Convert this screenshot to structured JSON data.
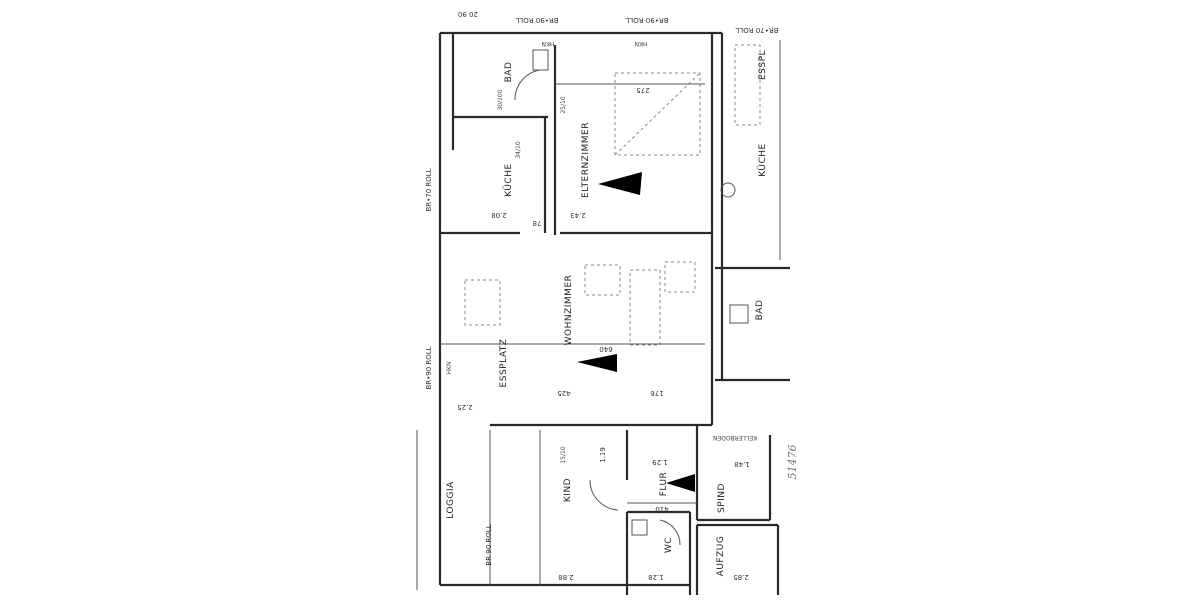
{
  "plan": {
    "rooms": {
      "elternzimmer": "ELTERNZIMMER",
      "kueche": "KÜCHE",
      "bad": "BAD",
      "wohnzimmer": "WOHNZIMMER",
      "essplatz": "ESSPLATZ",
      "kind": "KIND",
      "flur": "FLUR",
      "loggia": "LOGGIA",
      "wc": "WC",
      "aufzug": "AUFZUG",
      "spind": "SPIND",
      "neighbor_kueche": "KÜCHE",
      "neighbor_bad": "BAD",
      "neighbor_esspl": "ESSPL"
    },
    "windows": {
      "top_left": "BR•90 ROLL",
      "top_right": "BR•90 ROLL",
      "neighbor": "BR•70 ROLL",
      "left_upper": "BR•70 ROLL",
      "left_lower": "BR•90 ROLL",
      "loggia": "BR 90 ROLL",
      "top_corner": "20 90"
    },
    "dimensions": {
      "eltern_width": "275",
      "wohn_width": "640",
      "flur_width": "410",
      "ess_depth": "425",
      "wohn_depth": "176",
      "kind_depth": "1.19",
      "flur_depth": "1.29",
      "kind_bottom": "2.88",
      "wc_bottom": "1.28",
      "aufzug_bottom": "2.85",
      "kueche_a": "2.08",
      "kueche_b": "78",
      "eltern_b": "2.43",
      "ess_small": "2.25",
      "spind_dim": "1.48"
    },
    "notes": {
      "hkn_1": "HKN",
      "hkn_2": "HKN",
      "hkn_3": "HKN",
      "bad_note": "30/100",
      "kueche_note": "34/10",
      "eltern_note": "25/10",
      "kind_note": "15/10",
      "kellerabgang": "KELLERBODEN",
      "side_annotation": "51476"
    },
    "colors": {
      "line": "#2a2a2a",
      "marker": "#000000"
    }
  }
}
